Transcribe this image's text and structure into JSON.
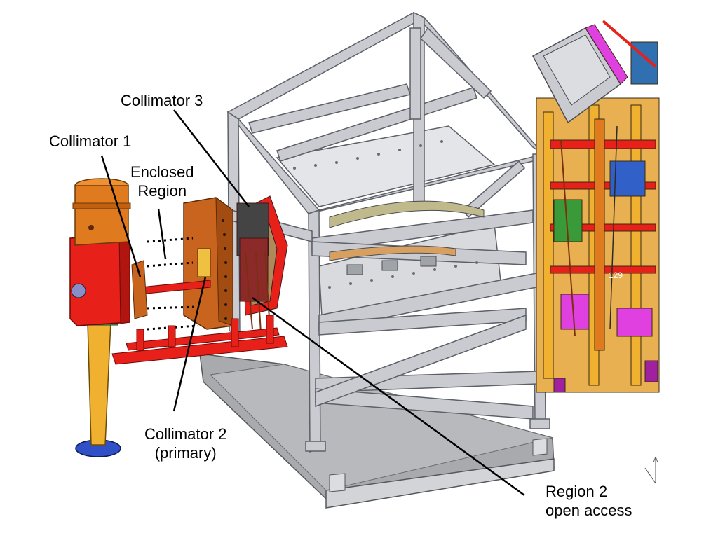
{
  "labels": {
    "collimator_1": "Collimator 1",
    "collimator_3": "Collimator 3",
    "enclosed_region": {
      "line1": "Enclosed",
      "line2": "Region"
    },
    "collimator_2": {
      "line1": "Collimator 2",
      "line2": "(primary)"
    },
    "region_2": {
      "line1": "Region 2",
      "line2": "open access"
    },
    "part_number": "129"
  },
  "colors": {
    "frame_steel": "#c9cbd0",
    "frame_edge": "#5d6068",
    "platform": "#bfc0c3",
    "collimator_red": "#e8201a",
    "collimator_orange": "#e07a1e",
    "copper": "#c8641e",
    "support_yellow": "#f0b030",
    "magenta": "#e040e0",
    "blue_base": "#3050c8"
  }
}
